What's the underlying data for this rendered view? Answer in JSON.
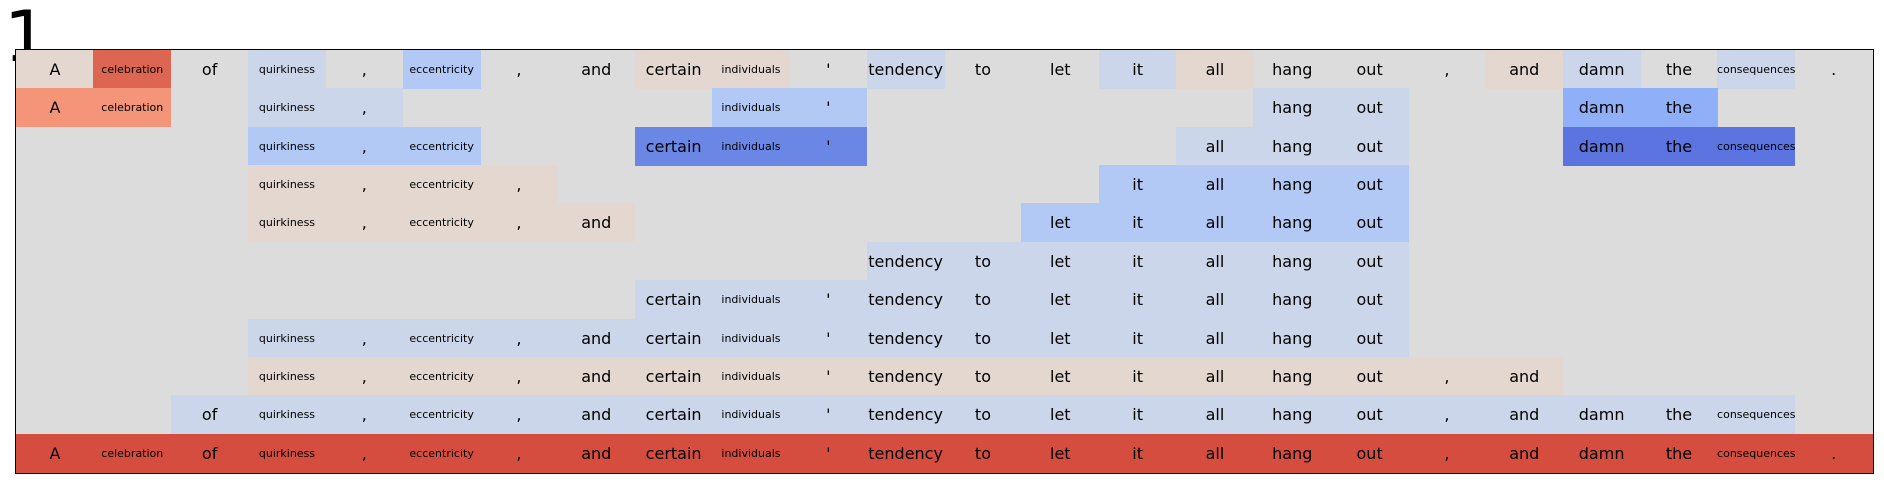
{
  "panel_label": "1",
  "colors": {
    "background": "#dcdcdc",
    "border": "#000000",
    "1": "#ccd6ea",
    "2": "#b2c8f5",
    "3": "#6a87e6",
    "4": "#5b74df",
    "5": "#8fb0f8",
    "a": "#e3d7cf",
    "b": "#f49478",
    "c": "#dc6652",
    "d": "#d44d3f"
  },
  "tokens": [
    "A",
    "celebration",
    "of",
    "quirkiness",
    ",",
    "eccentricity",
    ",",
    "and",
    "certain",
    "individuals",
    "'",
    "tendency",
    "to",
    "let",
    "it",
    "all",
    "hang",
    "out",
    ",",
    "and",
    "damn",
    "the",
    "consequences",
    "."
  ],
  "small_tokens": [
    1,
    3,
    5,
    9,
    22
  ],
  "rows": [
    {
      "show": [
        1,
        1,
        1,
        1,
        1,
        1,
        1,
        1,
        1,
        1,
        1,
        1,
        1,
        1,
        1,
        1,
        1,
        1,
        1,
        1,
        1,
        1,
        1,
        1
      ],
      "tint": [
        "a",
        "c",
        "",
        "1",
        "",
        "2",
        "",
        "",
        "a",
        "a",
        "",
        "1",
        "",
        "",
        "1",
        "a",
        "",
        "",
        "",
        "a",
        "1",
        "",
        "1",
        ""
      ]
    },
    {
      "show": [
        1,
        1,
        0,
        1,
        1,
        0,
        0,
        0,
        0,
        1,
        1,
        0,
        0,
        0,
        0,
        0,
        1,
        1,
        0,
        0,
        1,
        1,
        0,
        0
      ],
      "tint": [
        "b",
        "b",
        "",
        "1",
        "1",
        "",
        "",
        "",
        "",
        "2",
        "2",
        "",
        "",
        "",
        "",
        "",
        "1",
        "1",
        "",
        "",
        "5",
        "5",
        "",
        ""
      ]
    },
    {
      "show": [
        0,
        0,
        0,
        1,
        1,
        1,
        0,
        0,
        1,
        1,
        1,
        0,
        0,
        0,
        0,
        1,
        1,
        1,
        0,
        0,
        1,
        1,
        1,
        0
      ],
      "tint": [
        "",
        "",
        "",
        "2",
        "2",
        "2",
        "",
        "",
        "3",
        "3",
        "3",
        "",
        "",
        "",
        "",
        "1",
        "1",
        "1",
        "",
        "",
        "4",
        "4",
        "4",
        ""
      ]
    },
    {
      "show": [
        0,
        0,
        0,
        1,
        1,
        1,
        1,
        0,
        0,
        0,
        0,
        0,
        0,
        0,
        1,
        1,
        1,
        1,
        0,
        0,
        0,
        0,
        0,
        0
      ],
      "tint": [
        "",
        "",
        "",
        "a",
        "a",
        "a",
        "a",
        "",
        "",
        "",
        "",
        "",
        "",
        "",
        "2",
        "2",
        "2",
        "2",
        "",
        "",
        "",
        "",
        "",
        ""
      ]
    },
    {
      "show": [
        0,
        0,
        0,
        1,
        1,
        1,
        1,
        1,
        0,
        0,
        0,
        0,
        0,
        1,
        1,
        1,
        1,
        1,
        0,
        0,
        0,
        0,
        0,
        0
      ],
      "tint": [
        "",
        "",
        "",
        "a",
        "a",
        "a",
        "a",
        "a",
        "",
        "",
        "",
        "",
        "",
        "2",
        "2",
        "2",
        "2",
        "2",
        "",
        "",
        "",
        "",
        "",
        ""
      ]
    },
    {
      "show": [
        0,
        0,
        0,
        0,
        0,
        0,
        0,
        0,
        0,
        0,
        0,
        1,
        1,
        1,
        1,
        1,
        1,
        1,
        0,
        0,
        0,
        0,
        0,
        0
      ],
      "tint": [
        "",
        "",
        "",
        "",
        "",
        "",
        "",
        "",
        "",
        "",
        "",
        "1",
        "1",
        "1",
        "1",
        "1",
        "1",
        "1",
        "",
        "",
        "",
        "",
        "",
        ""
      ]
    },
    {
      "show": [
        0,
        0,
        0,
        0,
        0,
        0,
        0,
        0,
        1,
        1,
        1,
        1,
        1,
        1,
        1,
        1,
        1,
        1,
        0,
        0,
        0,
        0,
        0,
        0
      ],
      "tint": [
        "",
        "",
        "",
        "",
        "",
        "",
        "",
        "",
        "1",
        "1",
        "1",
        "1",
        "1",
        "1",
        "1",
        "1",
        "1",
        "1",
        "",
        "",
        "",
        "",
        "",
        ""
      ]
    },
    {
      "show": [
        0,
        0,
        0,
        1,
        1,
        1,
        1,
        1,
        1,
        1,
        1,
        1,
        1,
        1,
        1,
        1,
        1,
        1,
        0,
        0,
        0,
        0,
        0,
        0
      ],
      "tint": [
        "",
        "",
        "",
        "1",
        "1",
        "1",
        "1",
        "1",
        "1",
        "1",
        "1",
        "1",
        "1",
        "1",
        "1",
        "1",
        "1",
        "1",
        "",
        "",
        "",
        "",
        "",
        ""
      ]
    },
    {
      "show": [
        0,
        0,
        0,
        1,
        1,
        1,
        1,
        1,
        1,
        1,
        1,
        1,
        1,
        1,
        1,
        1,
        1,
        1,
        1,
        1,
        0,
        0,
        0,
        0
      ],
      "tint": [
        "",
        "",
        "",
        "a",
        "a",
        "a",
        "a",
        "a",
        "a",
        "a",
        "a",
        "a",
        "a",
        "a",
        "a",
        "a",
        "a",
        "a",
        "a",
        "a",
        "",
        "",
        "",
        ""
      ]
    },
    {
      "show": [
        0,
        0,
        1,
        1,
        1,
        1,
        1,
        1,
        1,
        1,
        1,
        1,
        1,
        1,
        1,
        1,
        1,
        1,
        1,
        1,
        1,
        1,
        1,
        0
      ],
      "tint": [
        "",
        "",
        "1",
        "1",
        "1",
        "1",
        "1",
        "1",
        "1",
        "1",
        "1",
        "1",
        "1",
        "1",
        "1",
        "1",
        "1",
        "1",
        "1",
        "1",
        "1",
        "1",
        "1",
        ""
      ]
    },
    {
      "show": [
        1,
        1,
        1,
        1,
        1,
        1,
        1,
        1,
        1,
        1,
        1,
        1,
        1,
        1,
        1,
        1,
        1,
        1,
        1,
        1,
        1,
        1,
        1,
        1
      ],
      "tint": [
        "d",
        "d",
        "d",
        "d",
        "d",
        "d",
        "d",
        "d",
        "d",
        "d",
        "d",
        "d",
        "d",
        "d",
        "d",
        "d",
        "d",
        "d",
        "d",
        "d",
        "d",
        "d",
        "d",
        "d"
      ]
    }
  ]
}
